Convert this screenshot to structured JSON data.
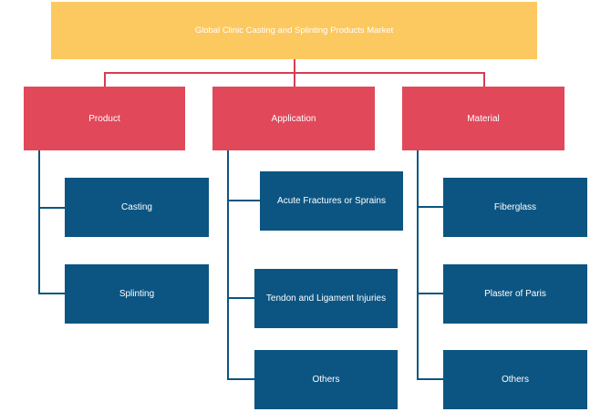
{
  "root": {
    "label": "Global Clinic Casting and Splinting Products Market"
  },
  "categories": [
    {
      "label": "Product",
      "items": [
        "Casting",
        "Splinting"
      ]
    },
    {
      "label": "Application",
      "items": [
        "Acute Fractures or Sprains",
        "Tendon and Ligament Injuries",
        "Others"
      ]
    },
    {
      "label": "Material",
      "items": [
        "Fiberglass",
        "Plaster of Paris",
        "Others"
      ]
    }
  ],
  "colors": {
    "root": "#fcc860",
    "category": "#e1485a",
    "leaf": "#0c5582",
    "connector_top": "#d63e52",
    "connector_leaf": "#0c5582"
  }
}
